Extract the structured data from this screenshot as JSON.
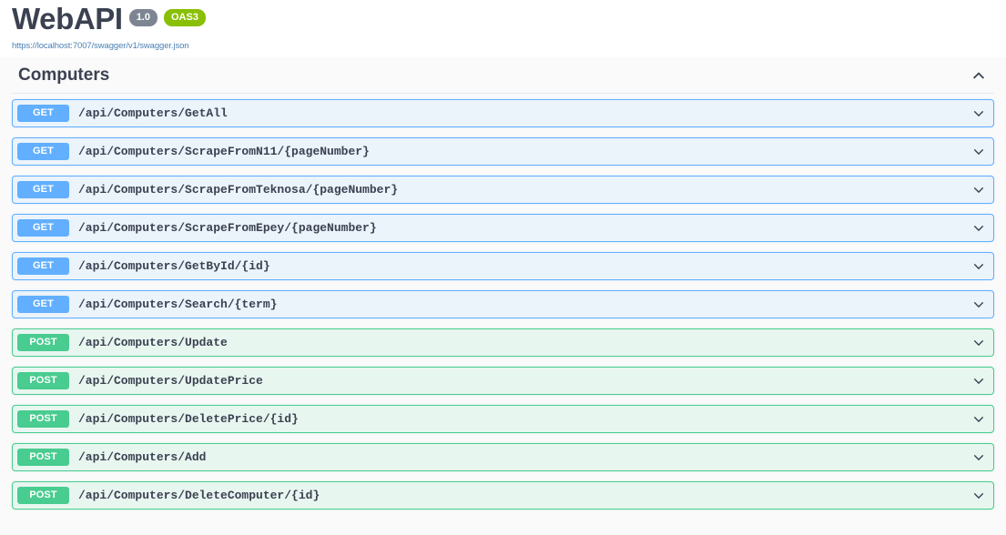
{
  "info": {
    "title": "WebAPI",
    "version_badge": "1.0",
    "oas_badge": "OAS3",
    "spec_url": "https://localhost:7007/swagger/v1/swagger.json"
  },
  "colors": {
    "get_badge": "#61affe",
    "get_row_bg": "#ebf3fb",
    "post_badge": "#49cc90",
    "post_row_bg": "#e8f6f0",
    "oas_green": "#89bf04",
    "version_gray": "#7d8492",
    "text_dark": "#3b4151",
    "link_blue": "#4a7fb5",
    "page_bg": "#fafafa"
  },
  "tag": {
    "name": "Computers",
    "collapse_icon": "chevron-up-icon",
    "expanded": true
  },
  "operations": [
    {
      "method": "GET",
      "path": "/api/Computers/GetAll",
      "expand_icon": "chevron-down-icon"
    },
    {
      "method": "GET",
      "path": "/api/Computers/ScrapeFromN11/{pageNumber}",
      "expand_icon": "chevron-down-icon"
    },
    {
      "method": "GET",
      "path": "/api/Computers/ScrapeFromTeknosa/{pageNumber}",
      "expand_icon": "chevron-down-icon"
    },
    {
      "method": "GET",
      "path": "/api/Computers/ScrapeFromEpey/{pageNumber}",
      "expand_icon": "chevron-down-icon"
    },
    {
      "method": "GET",
      "path": "/api/Computers/GetById/{id}",
      "expand_icon": "chevron-down-icon"
    },
    {
      "method": "GET",
      "path": "/api/Computers/Search/{term}",
      "expand_icon": "chevron-down-icon"
    },
    {
      "method": "POST",
      "path": "/api/Computers/Update",
      "expand_icon": "chevron-down-icon"
    },
    {
      "method": "POST",
      "path": "/api/Computers/UpdatePrice",
      "expand_icon": "chevron-down-icon"
    },
    {
      "method": "POST",
      "path": "/api/Computers/DeletePrice/{id}",
      "expand_icon": "chevron-down-icon"
    },
    {
      "method": "POST",
      "path": "/api/Computers/Add",
      "expand_icon": "chevron-down-icon"
    },
    {
      "method": "POST",
      "path": "/api/Computers/DeleteComputer/{id}",
      "expand_icon": "chevron-down-icon"
    }
  ]
}
